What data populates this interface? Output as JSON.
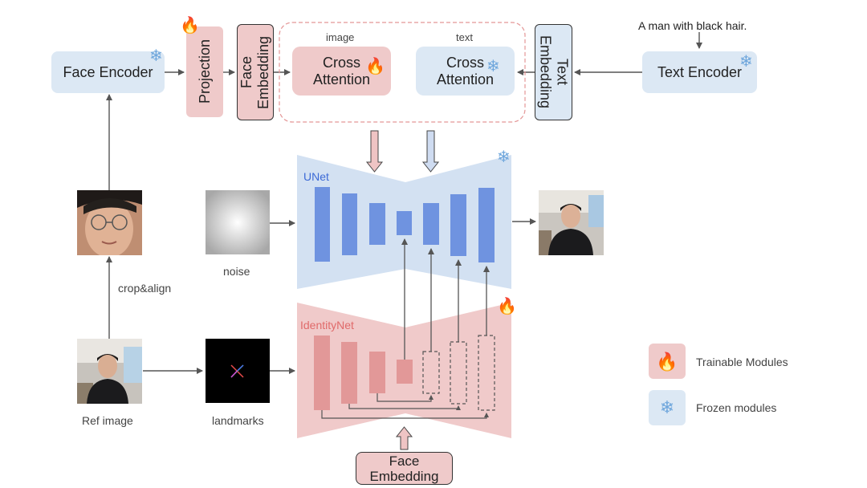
{
  "text_prompt": "A man with black hair.",
  "blocks": {
    "face_encoder": "Face Encoder",
    "projection": "Projection",
    "face_embedding_top": "Face Embedding",
    "cross_attention_image": "Cross Attention",
    "cross_attention_text": "Cross Attention",
    "text_embedding": "Text Embedding",
    "text_encoder": "Text Encoder",
    "face_embedding_bottom": "Face Embedding"
  },
  "labels": {
    "image": "image",
    "text": "text",
    "unet": "UNet",
    "identitynet": "IdentityNet",
    "crop_align": "crop&align",
    "noise": "noise",
    "ref_image": "Ref image",
    "landmarks": "landmarks"
  },
  "legend": {
    "trainable": "Trainable Modules",
    "frozen": "Frozen modules"
  },
  "icons": {
    "trainable": "fire-icon",
    "frozen": "snowflake-icon"
  },
  "colors": {
    "frozen_bg": "#dce8f4",
    "trainable_bg": "#efcaca",
    "unet_bar": "#6f93e0",
    "identity_bar": "#e29898"
  }
}
